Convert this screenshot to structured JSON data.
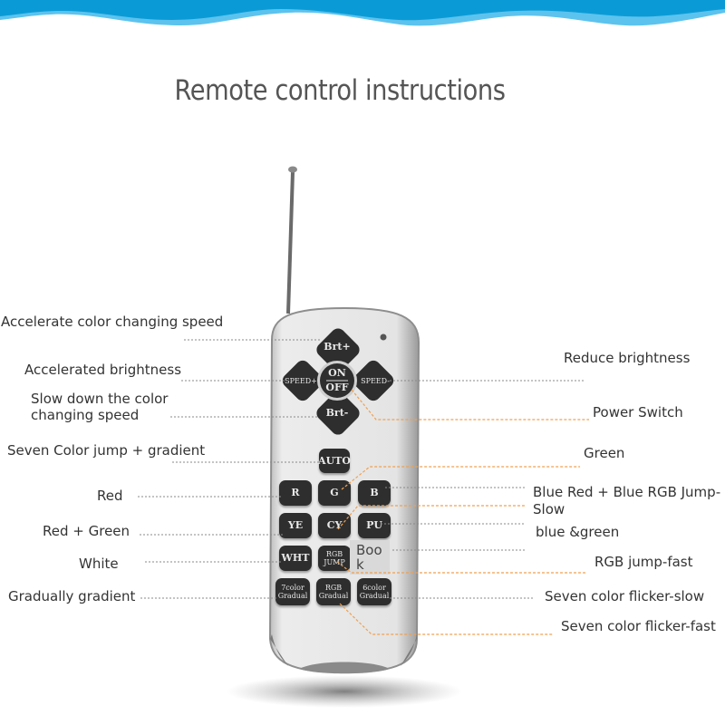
{
  "title": "Remote control instructions",
  "remote": {
    "keys": {
      "brt_up": "Brt+",
      "brt_down": "Brt-",
      "speed_up": "SPEED+",
      "speed_down": "SPEED-",
      "on": "ON",
      "off": "OFF",
      "auto": "AUTO",
      "r": "R",
      "g": "G",
      "b": "B",
      "ye": "YE",
      "cy": "CY",
      "pu": "PU",
      "wht": "WHT",
      "rgb_jump_1": "RGB",
      "rgb_jump_2": "JUMP",
      "c7_gradual_1": "7color",
      "c7_gradual_2": "Gradual",
      "rgb_gradual_1": "RGB",
      "rgb_gradual_2": "Gradual",
      "c6_gradual_1": "6color",
      "c6_gradual_2": "Gradual"
    },
    "book_overlay": "Boo\nk"
  },
  "labels_left": [
    {
      "text": "Accelerate color changing speed"
    },
    {
      "text": "Accelerated brightness"
    },
    {
      "text": "Slow down the color"
    },
    {
      "text": "changing speed"
    },
    {
      "text": "Seven Color jump + gradient"
    },
    {
      "text": "Red"
    },
    {
      "text": "Red + Green"
    },
    {
      "text": "White"
    },
    {
      "text": "Gradually gradient"
    }
  ],
  "labels_right": [
    {
      "text": "Reduce brightness"
    },
    {
      "text": "Power Switch"
    },
    {
      "text": "Green"
    },
    {
      "text": "Blue Red + Blue RGB Jump-"
    },
    {
      "text": "Slow"
    },
    {
      "text": "blue &green"
    },
    {
      "text": "RGB jump-fast"
    },
    {
      "text": "Seven color flicker-slow"
    },
    {
      "text": "Seven color flicker-fast"
    }
  ],
  "colors": {
    "wave_dark": "#0a9bd6",
    "wave_light": "#5cc3ee",
    "leader_gray": "#8a8a8a",
    "leader_orange": "#f0a050",
    "key_bg": "#2e2e2e",
    "remote_body": "#e6e6e6"
  }
}
